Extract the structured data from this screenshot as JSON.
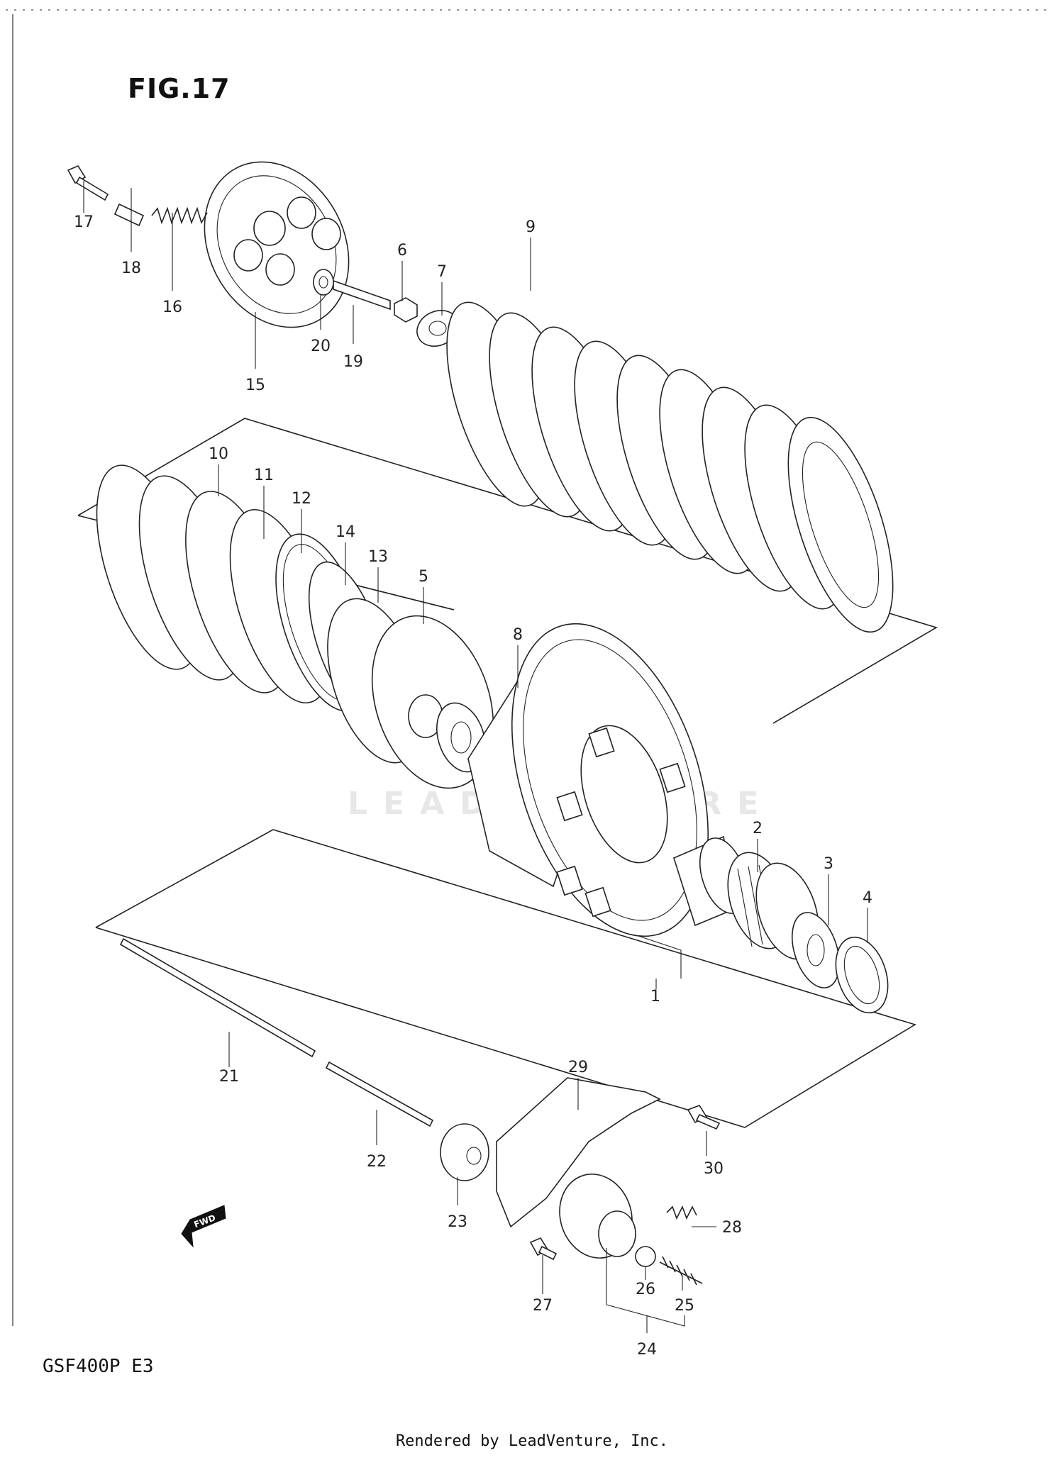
{
  "figure_title": "FIG.17",
  "model_label": "GSF400P E3",
  "footer": "Rendered by LeadVenture, Inc.",
  "watermark": "LEADVENTURE",
  "direction_label": "FWD",
  "callouts": {
    "c1": "1",
    "c2": "2",
    "c3": "3",
    "c4": "4",
    "c5": "5",
    "c6": "6",
    "c7": "7",
    "c8": "8",
    "c9": "9",
    "c10": "10",
    "c11": "11",
    "c12": "12",
    "c13": "13",
    "c14": "14",
    "c15": "15",
    "c16": "16",
    "c17": "17",
    "c18": "18",
    "c19": "19",
    "c20": "20",
    "c21": "21",
    "c22": "22",
    "c23": "23",
    "c24": "24",
    "c25": "25",
    "c26": "26",
    "c27": "27",
    "c28": "28",
    "c29": "29",
    "c30": "30"
  }
}
